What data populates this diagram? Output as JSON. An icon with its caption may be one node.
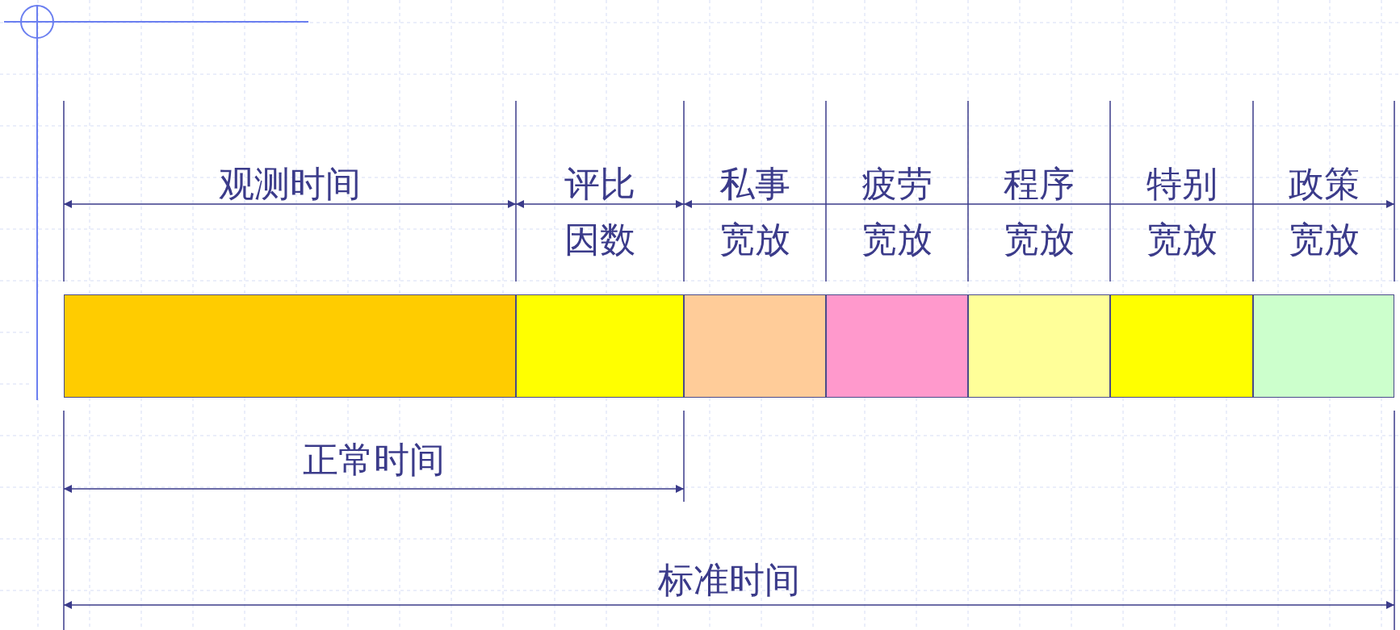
{
  "diagram": {
    "nodes": [
      {
        "text": [
          "观测时间"
        ]
      },
      {
        "text": [
          "评比因数"
        ]
      },
      {
        "text": [
          "私事宽放"
        ]
      },
      {
        "text": [
          "疲劳宽放"
        ]
      },
      {
        "text": [
          "程序宽放"
        ]
      },
      {
        "text": [
          "特别宽放"
        ]
      },
      {
        "text": [
          "政策宽放"
        ]
      }
    ],
    "labels": [
      "正常时间",
      "标准时间"
    ]
  }
}
